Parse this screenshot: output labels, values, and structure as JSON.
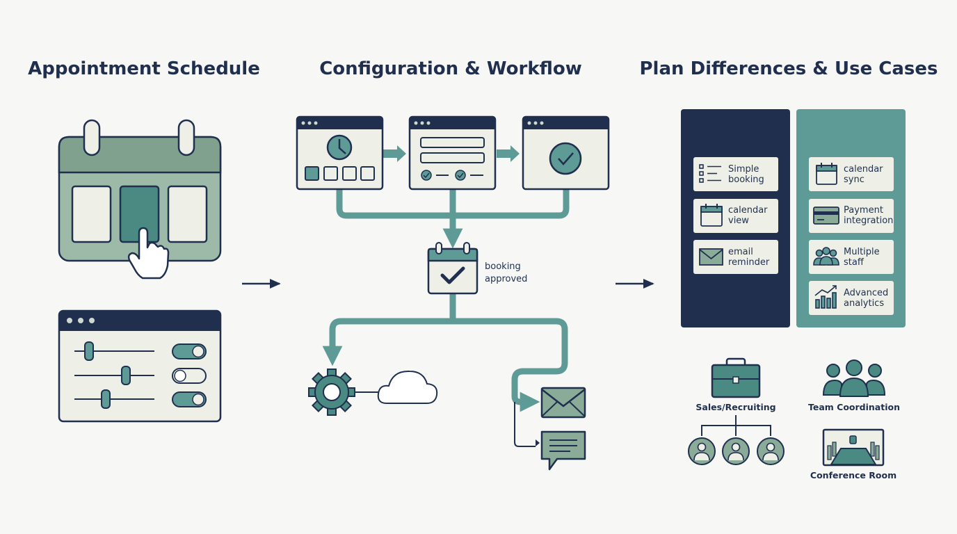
{
  "titles": {
    "left": "Appointment Schedule",
    "middle": "Configuration & Workflow",
    "right": "Plan Differences & Use Cases"
  },
  "workflow": {
    "status_line1": "booking",
    "status_line2": "approved"
  },
  "plans": {
    "basic": [
      {
        "line1": "Simple",
        "line2": "booking",
        "icon": "list-icon"
      },
      {
        "line1": "calendar",
        "line2": "view",
        "icon": "calendar-icon"
      },
      {
        "line1": "email",
        "line2": "reminder",
        "icon": "envelope-icon"
      }
    ],
    "premium": [
      {
        "line1": "calendar",
        "line2": "sync",
        "icon": "calendar-icon"
      },
      {
        "line1": "Payment",
        "line2": "integration",
        "icon": "credit-card-icon"
      },
      {
        "line1": "Multiple",
        "line2": "staff",
        "icon": "group-icon"
      },
      {
        "line1": "Advanced",
        "line2": "analytics",
        "icon": "analytics-chart-icon"
      }
    ]
  },
  "use_cases": {
    "sales": "Sales/Recruiting",
    "team": "Team Coordination",
    "conference": "Conference Room"
  },
  "colors": {
    "navy": "#1f2f4d",
    "teal": "#5f9b96",
    "sage": "#8aab98",
    "cream": "#eef0e8",
    "background": "#f7f7f5"
  }
}
